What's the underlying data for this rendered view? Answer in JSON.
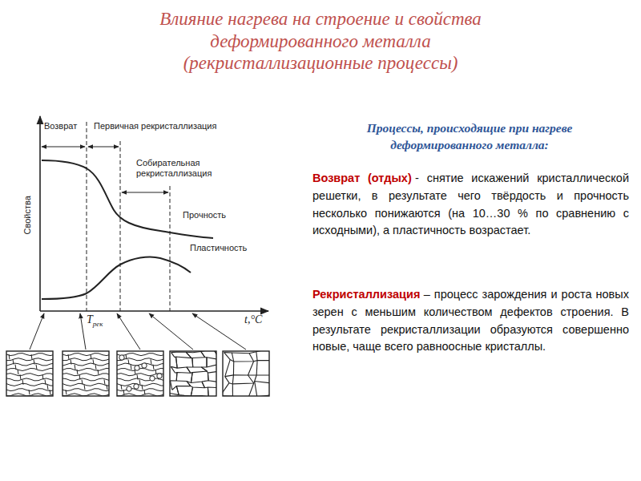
{
  "diagram": {
    "title": "Влияние нагрева на строение и свойства деформированного металла (рекристаллизационные процессы)",
    "labels": [
      "Возврат",
      "Первичная рекристаллизация",
      "Собирательная рекристаллизация",
      "Свойства",
      "Прочность",
      "Пластичность",
      "T",
      "рек",
      "t,°C",
      "Процессы, происходящие при нагреве деформированного металла:",
      "Возврат (отдых)",
      "- снятие искажений кристаллической решетки, в результате чего твёрдость и прочность несколько понижаются (на 10…30 % по сравнению с исходными), а пластичность возрастает.",
      "Рекристаллизация",
      "– процесс зарождения и роста новых зерен с меньшим количеством дефектов строения. В результате рекристаллизации образуются совершенно новые, чаще всего равноосные кристаллы."
    ]
  }
}
